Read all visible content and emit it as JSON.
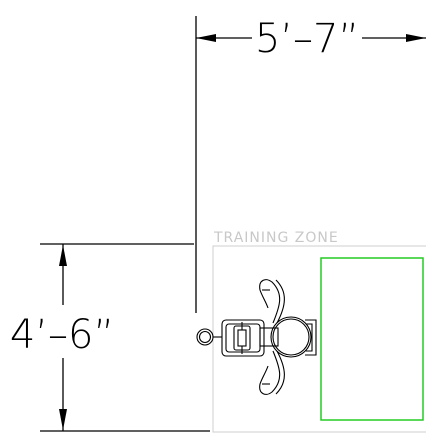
{
  "drawing": {
    "width_dimension": "5’–7”",
    "height_dimension": "4’–6”",
    "zone_label": "TRAINING ZONE"
  },
  "colors": {
    "line": "#000000",
    "zone_border": "#cfcfcf",
    "zone_label": "#c8c8c8",
    "footprint": "#22cc22"
  },
  "icons": {
    "equipment": "machine-top-view-icon"
  }
}
